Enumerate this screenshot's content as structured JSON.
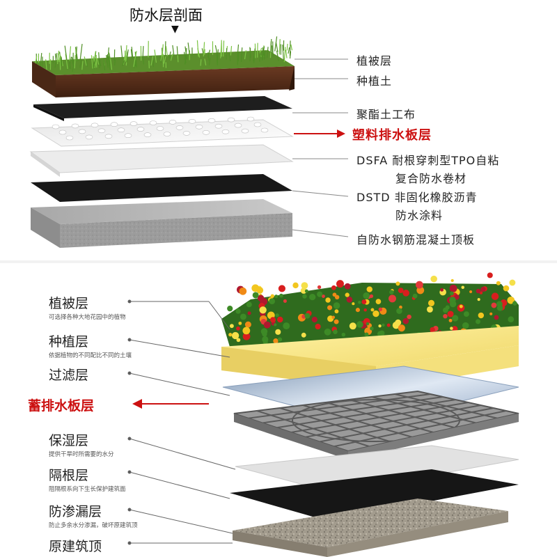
{
  "top": {
    "title": "防水层剖面",
    "title_arrow": "▼",
    "labels": [
      {
        "text": "植被层"
      },
      {
        "text": "种植土"
      },
      {
        "text": "聚酯土工布"
      },
      {
        "text": "塑料排水板层",
        "highlight": true
      },
      {
        "text": "DSFA  耐根穿刺型TPO自粘"
      },
      {
        "text": "复合防水卷材"
      },
      {
        "text": "DSTD  非固化橡胶沥青"
      },
      {
        "text": "防水涂料"
      },
      {
        "text": "自防水钢筋混凝土顶板"
      }
    ],
    "highlight_color": "#cc1111"
  },
  "bottom": {
    "layers": [
      {
        "name": "植被层",
        "desc": "可选择各种大地花园中的植物"
      },
      {
        "name": "种植层",
        "desc": "依据植物的不同配比不同的土壤"
      },
      {
        "name": "过滤层",
        "desc": ""
      },
      {
        "name": "保湿层",
        "desc": "提供干旱时所需要的水分"
      },
      {
        "name": "隔根层",
        "desc": "阻隔根系向下生长保护建筑面"
      },
      {
        "name": "防渗漏层",
        "desc": "防止多余水分渗漏，破坏原建筑顶"
      },
      {
        "name": "原建筑顶",
        "desc": ""
      }
    ],
    "highlight_label": "蓄排水板层",
    "highlight_color": "#cc1111"
  }
}
